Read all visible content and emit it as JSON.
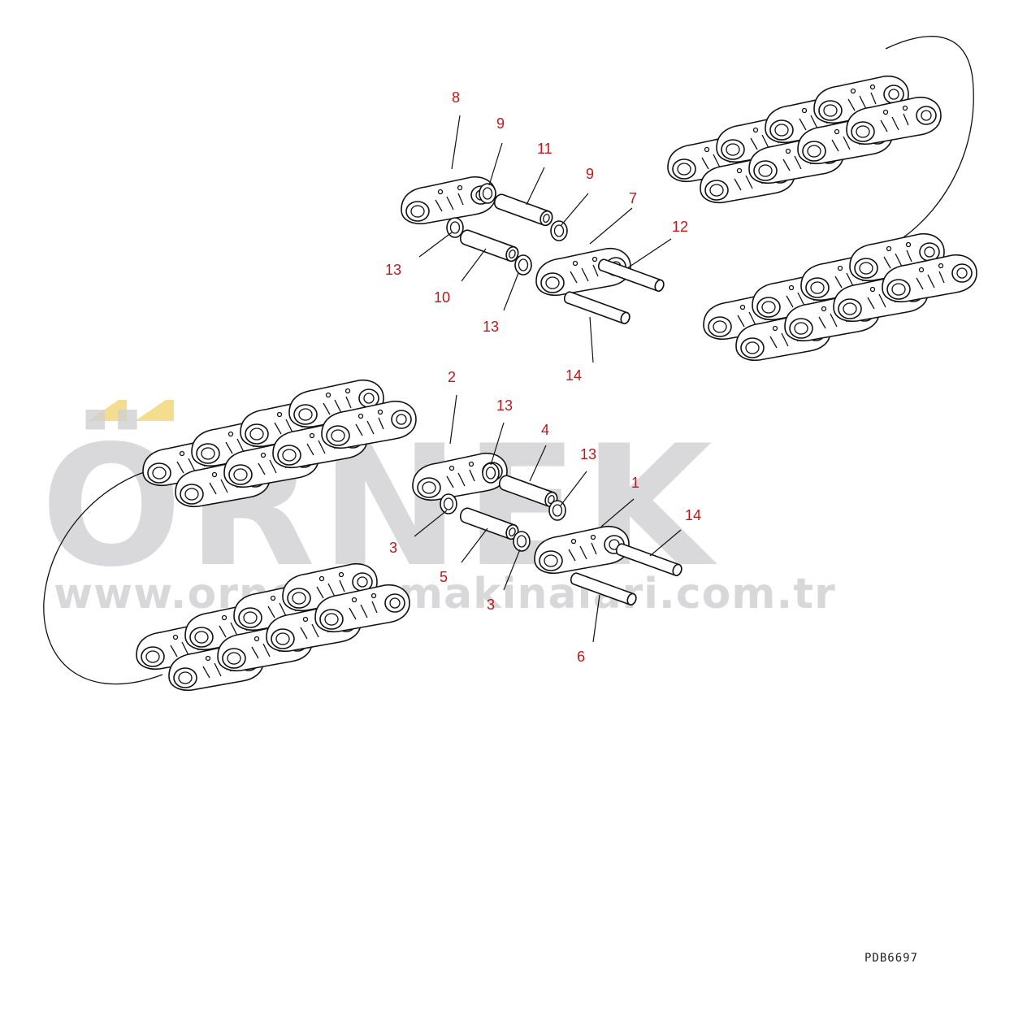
{
  "watermark": {
    "text": "ÖRNEK",
    "url": "www.orneekismakinalari.com.tr",
    "accent_color": "#f2d77a",
    "text_color": "#cfcfd3"
  },
  "drawing_code": "PDB6697",
  "callouts": {
    "c1": "1",
    "c2": "2",
    "c3a": "3",
    "c3b": "3",
    "c4": "4",
    "c5": "5",
    "c6": "6",
    "c7": "7",
    "c8": "8",
    "c9a": "9",
    "c9b": "9",
    "c10": "10",
    "c11": "11",
    "c12": "12",
    "c13a": "13",
    "c13b": "13",
    "c13c": "13",
    "c13d": "13",
    "c14a": "14",
    "c14b": "14"
  },
  "colors": {
    "callout": "#c01818",
    "line": "#111111"
  }
}
